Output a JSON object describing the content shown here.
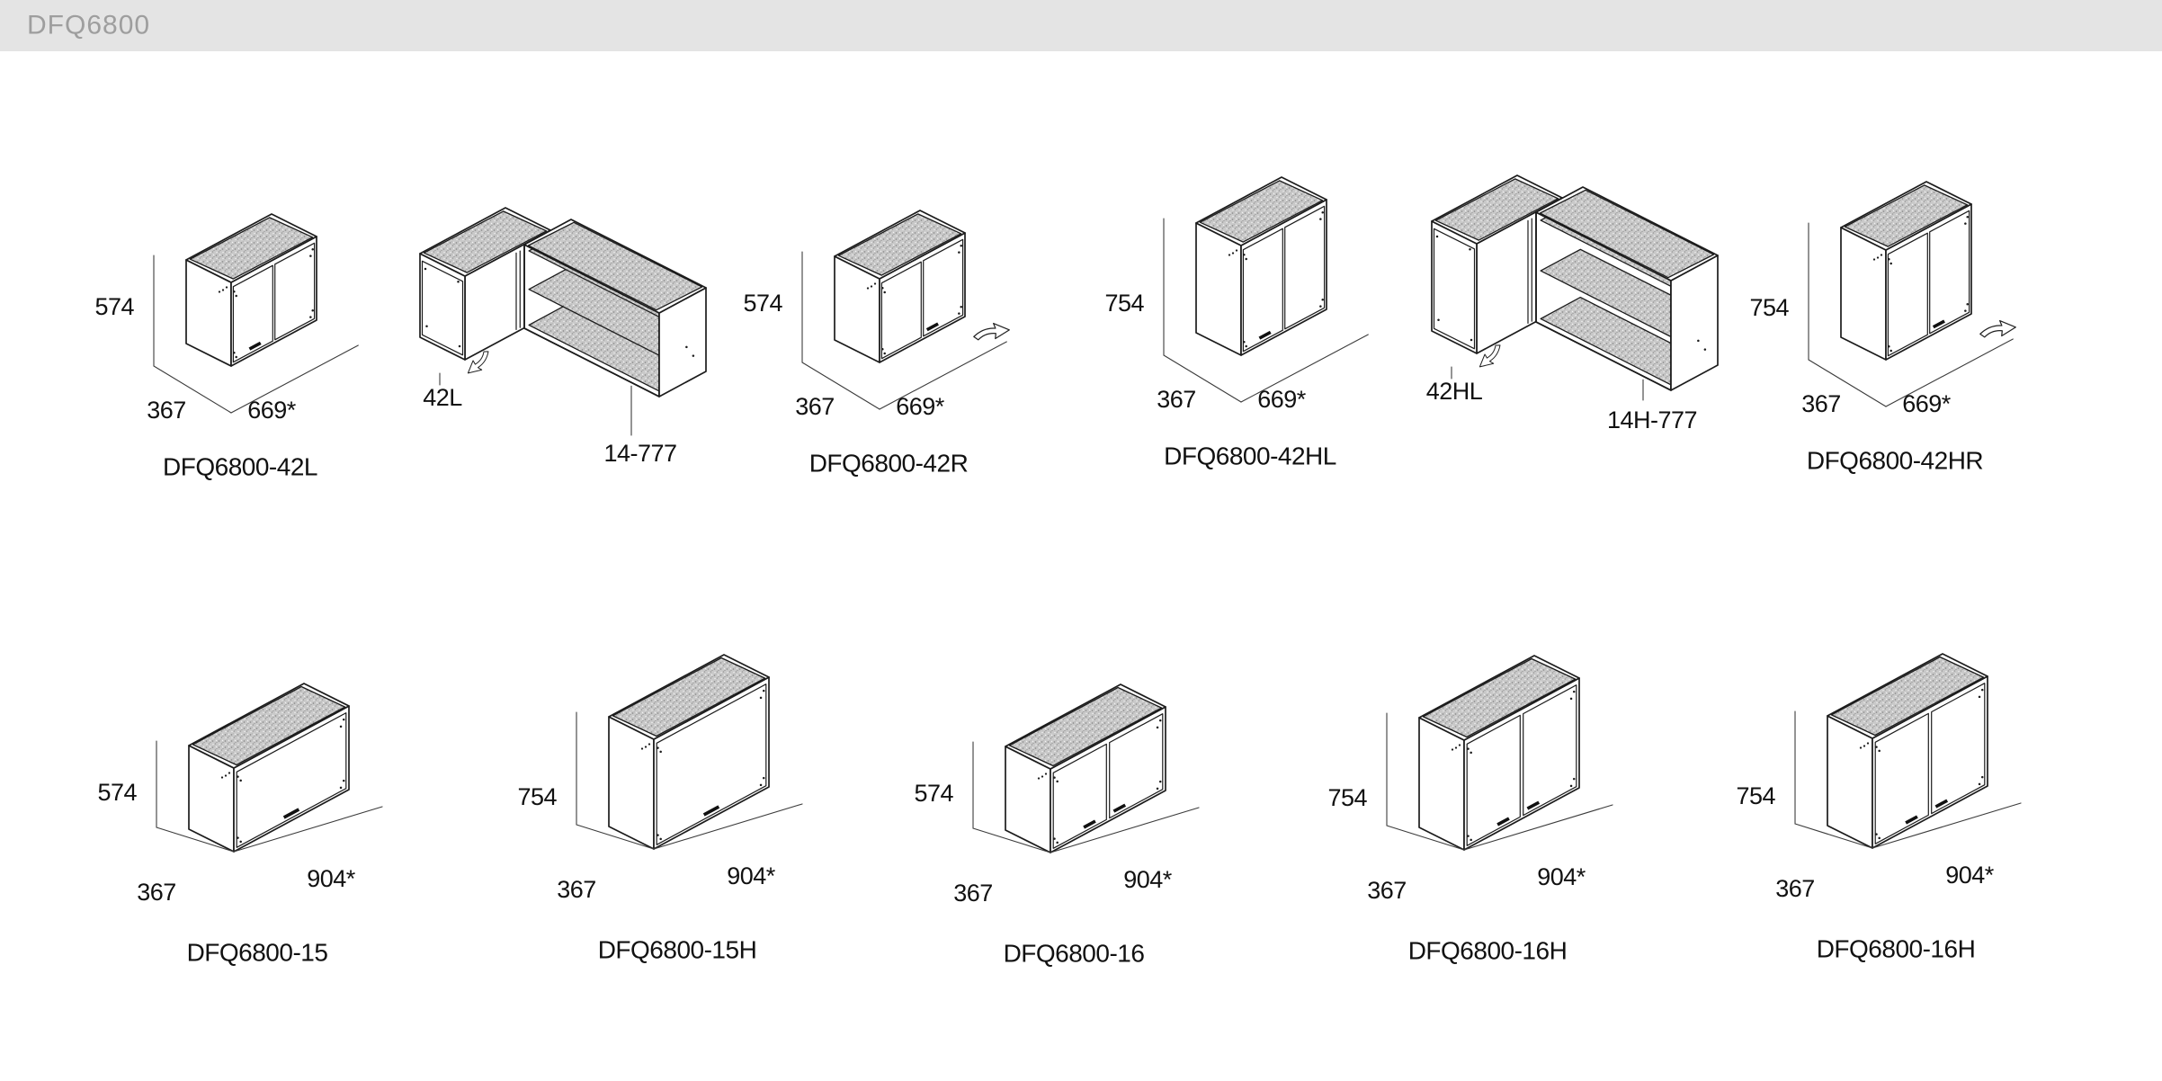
{
  "header": {
    "title": "DFQ6800"
  },
  "colors": {
    "line": "#1c1c1c",
    "dim_line": "#3c3c3c",
    "stipple_base": "#c9c9c9",
    "header_bg": "#e4e4e4",
    "header_text": "#9e9e9e",
    "label_text": "#111111"
  },
  "rows": [
    {
      "items": [
        {
          "type": "cabinet",
          "model": "DFQ6800-42L",
          "height": "574",
          "depth": "367",
          "width": "669*",
          "doors": 2,
          "handle": "left",
          "arrow": "none"
        },
        {
          "type": "corner",
          "left_label": "42L",
          "right_label": "14-777",
          "size": "standard",
          "arrow": "swing-left"
        },
        {
          "type": "cabinet",
          "model": "DFQ6800-42R",
          "height": "574",
          "depth": "367",
          "width": "669*",
          "doors": 2,
          "handle": "right",
          "arrow": "right"
        },
        {
          "type": "cabinet",
          "model": "DFQ6800-42HL",
          "height": "754",
          "depth": "367",
          "width": "669*",
          "doors": 2,
          "handle": "left",
          "arrow": "none"
        },
        {
          "type": "corner",
          "left_label": "42HL",
          "right_label": "14H-777",
          "size": "tall",
          "arrow": "swing-left"
        },
        {
          "type": "cabinet",
          "model": "DFQ6800-42HR",
          "height": "754",
          "depth": "367",
          "width": "669*",
          "doors": 2,
          "handle": "right",
          "arrow": "right"
        }
      ]
    },
    {
      "items": [
        {
          "type": "cabinet",
          "model": "DFQ6800-15",
          "height": "574",
          "depth": "367",
          "width": "904*",
          "doors": 1,
          "handle": "center",
          "arrow": "none"
        },
        {
          "type": "cabinet",
          "model": "DFQ6800-15H",
          "height": "754",
          "depth": "367",
          "width": "904*",
          "doors": 1,
          "handle": "center",
          "arrow": "none"
        },
        {
          "type": "cabinet",
          "model": "DFQ6800-16",
          "height": "574",
          "depth": "367",
          "width": "904*",
          "doors": 2,
          "handle": "both",
          "arrow": "none"
        },
        {
          "type": "cabinet",
          "model": "DFQ6800-16H",
          "height": "754",
          "depth": "367",
          "width": "904*",
          "doors": 2,
          "handle": "both",
          "arrow": "none"
        },
        {
          "type": "cabinet",
          "model": "DFQ6800-16H",
          "height": "754",
          "depth": "367",
          "width": "904*",
          "doors": 2,
          "handle": "both",
          "arrow": "none"
        }
      ]
    }
  ]
}
